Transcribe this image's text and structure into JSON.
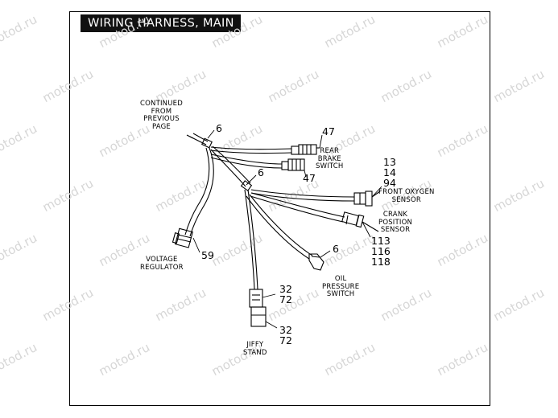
{
  "title": "WIRING HARNESS, MAIN",
  "watermark": "motod.ru",
  "labels": {
    "continued": [
      "CONTINUED",
      "FROM",
      "PREVIOUS",
      "PAGE"
    ],
    "rear_brake": [
      "REAR",
      "BRAKE",
      "SWITCH"
    ],
    "front_oxygen": [
      "FRONT OXYGEN",
      "SENSOR"
    ],
    "crank_position": [
      "CRANK",
      "POSITION",
      "SENSOR"
    ],
    "voltage_regulator": [
      "VOLTAGE",
      "REGULATOR"
    ],
    "oil_pressure": [
      "OIL",
      "PRESSURE",
      "SWITCH"
    ],
    "jiffy_stand": [
      "JIFFY",
      "STAND"
    ]
  },
  "callouts": {
    "clip_top": "6",
    "clip_mid": "6",
    "brake_upper": "47",
    "brake_lower": "47",
    "oxygen": [
      "13",
      "14",
      "94"
    ],
    "crank": [
      "113",
      "116",
      "118"
    ],
    "regulator": "59",
    "oil": "6",
    "jiffy_upper": [
      "32",
      "72"
    ],
    "jiffy_lower": [
      "32",
      "72"
    ]
  }
}
